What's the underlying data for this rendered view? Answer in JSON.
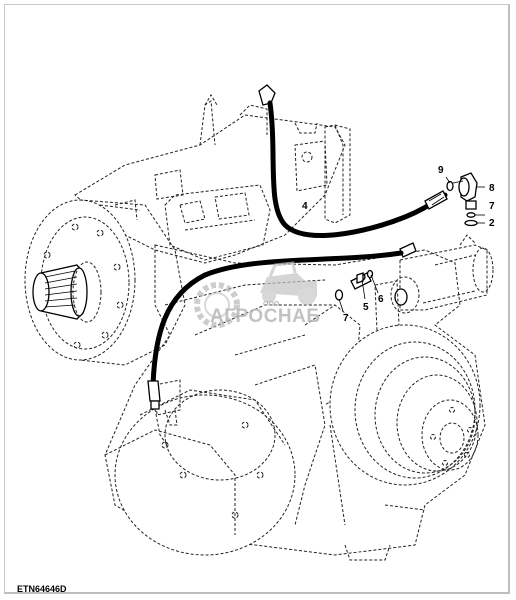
{
  "figure": {
    "code": "ETN64646D",
    "callouts": [
      "9",
      "8",
      "7",
      "2",
      "4",
      "6",
      "5",
      "7"
    ]
  },
  "watermark": {
    "small": "ООО",
    "name": "АГРОСНАБ"
  },
  "colors": {
    "line": "#000000",
    "background": "#ffffff",
    "watermark": "#b8b8b8"
  }
}
